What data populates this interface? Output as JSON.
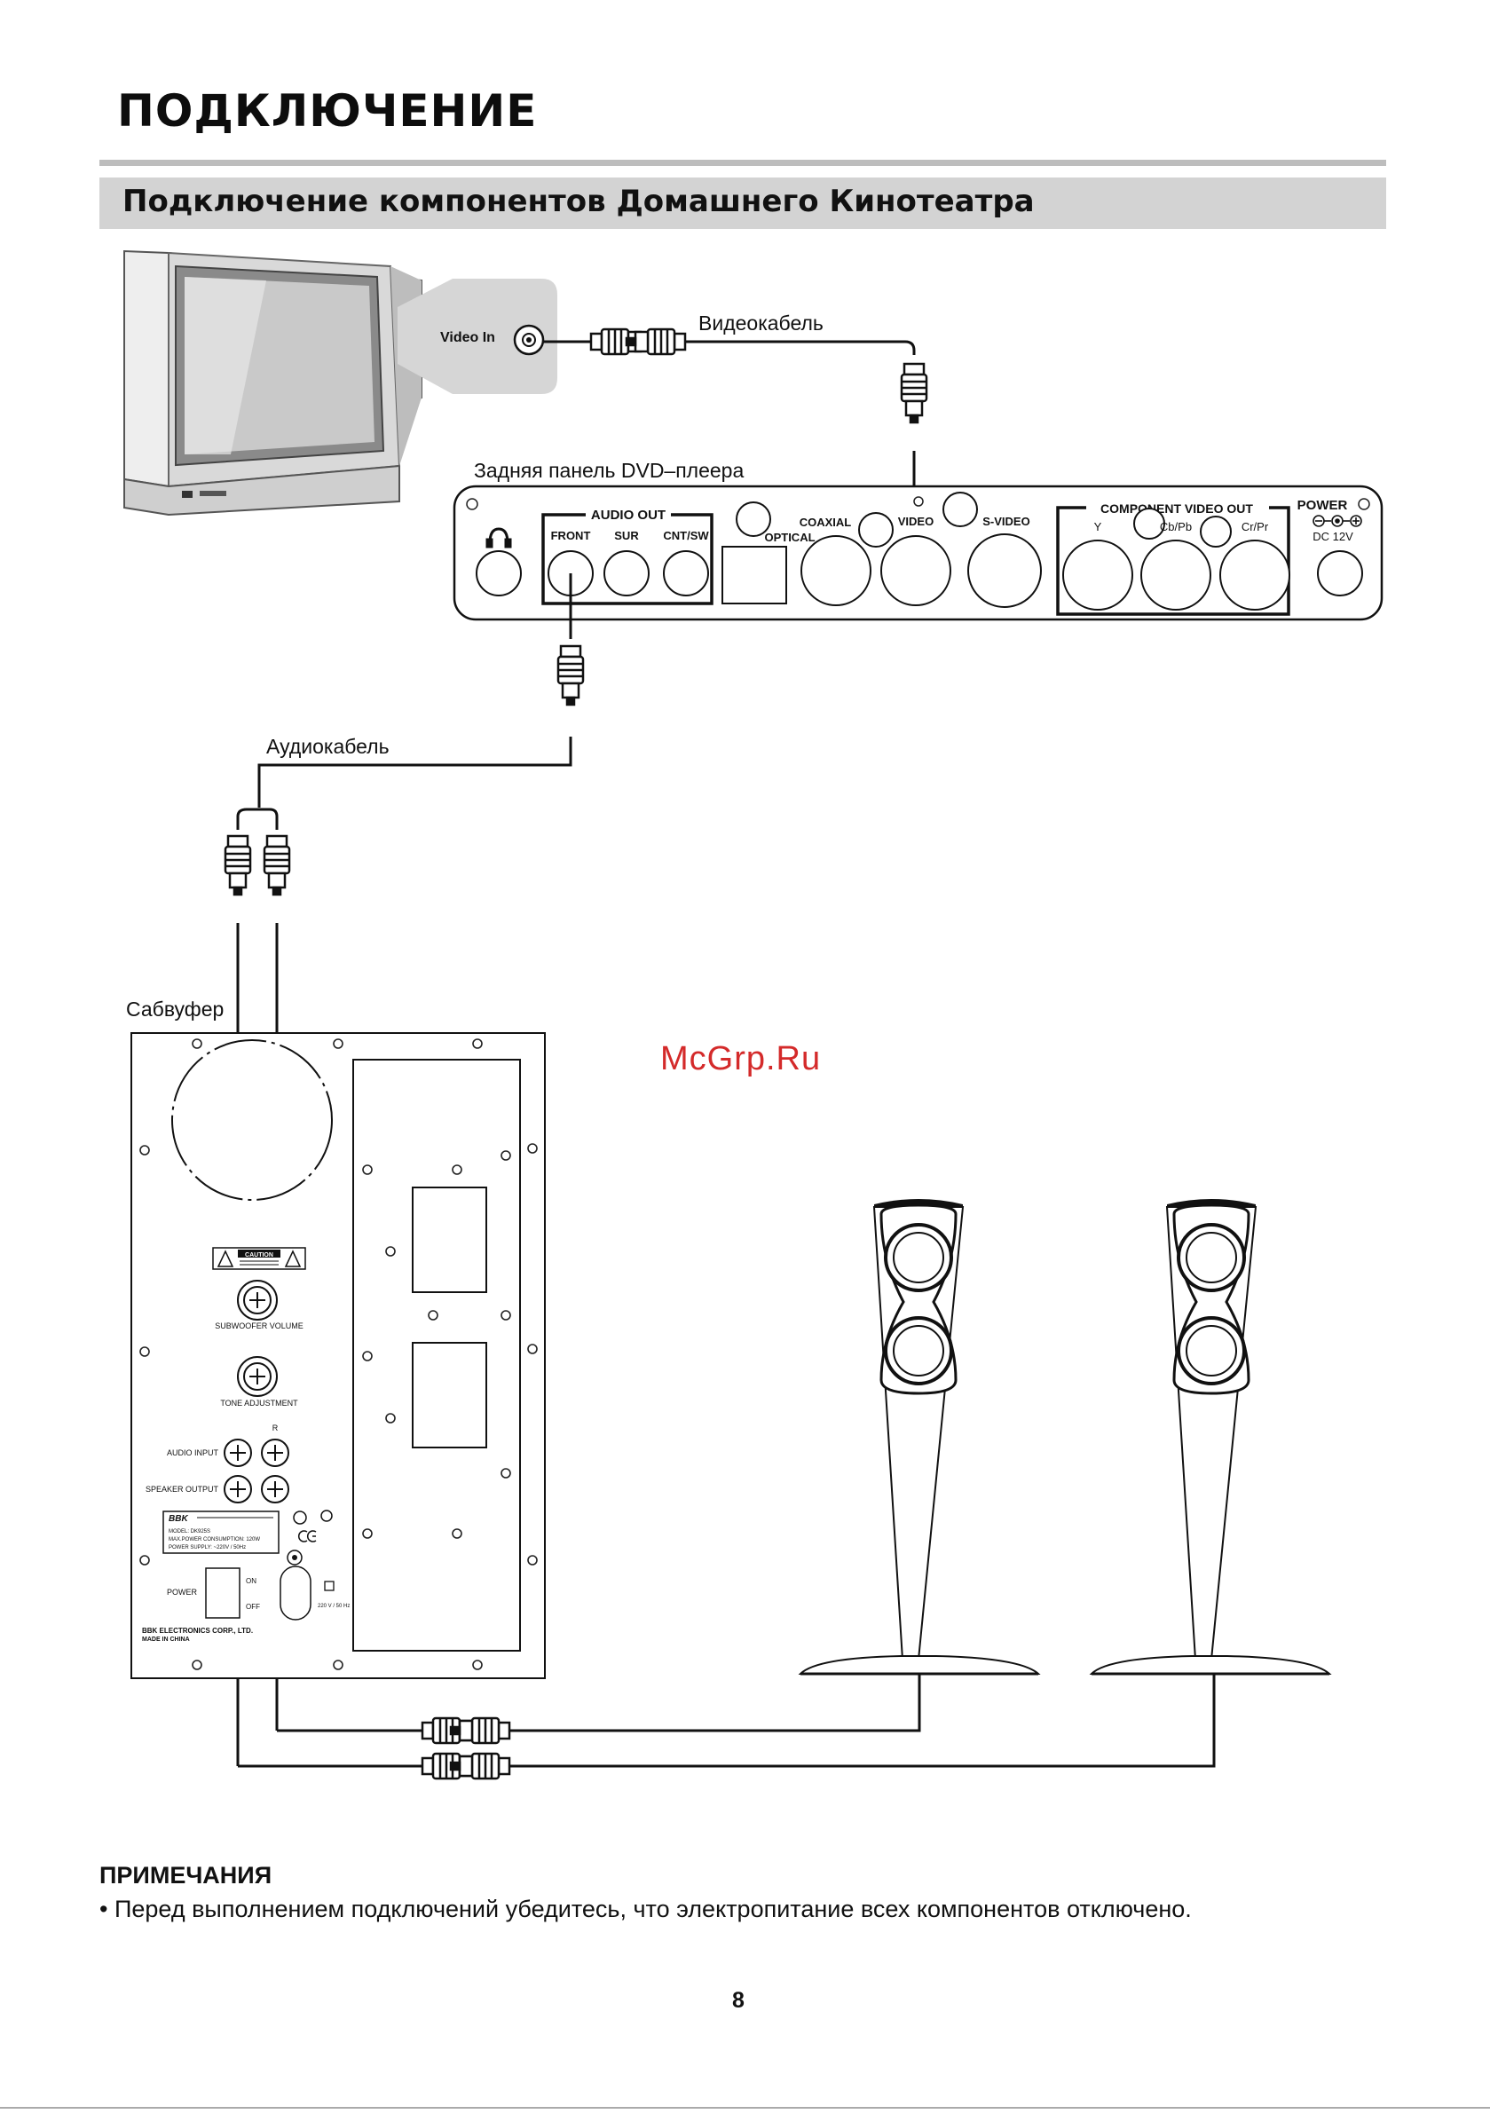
{
  "header": {
    "title": "ПОДКЛЮЧЕНИЕ",
    "section_title": "Подключение компонентов Домашнего Кинотеатра"
  },
  "diagram": {
    "tv": {
      "video_in_label": "Video In"
    },
    "video_cable_label": "Видеокабель",
    "dvd_panel": {
      "caption": "Задняя панель DVD–плеера",
      "audio_out": "AUDIO OUT",
      "front": "FRONT",
      "sur": "SUR",
      "cnt_sw": "CNT/SW",
      "coaxial": "COAXIAL",
      "optical": "OPTICAL",
      "video": "VIDEO",
      "s_video": "S-VIDEO",
      "component_video_out": "COMPONENT VIDEO OUT",
      "y": "Y",
      "cb_pb": "Cb/Pb",
      "cr_pr": "Cr/Pr",
      "power": "POWER",
      "dc": "DC 12V"
    },
    "audio_cable_label": "Аудиокабель",
    "subwoofer": {
      "caption": "Сабвуфер",
      "caution": "CAUTION",
      "subwoofer_volume": "SUBWOOFER VOLUME",
      "tone_adjustment": "TONE ADJUSTMENT",
      "r_mark": "R",
      "audio_input": "AUDIO INPUT",
      "speaker_output": "SPEAKER OUTPUT",
      "brand": "BBK",
      "model": "MODEL: DK925S",
      "max_power": "MAX.POWER CONSUMPTION: 120W",
      "power_supply": "POWER SUPPLY: ~220V / 50Hz",
      "power_label": "POWER",
      "on": "ON",
      "off": "OFF",
      "mains": "220 V / 50 Hz",
      "manufacturer": "BBK ELECTRONICS CORP., LTD.",
      "made_in": "MADE IN CHINA"
    },
    "watermark": "McGrp.Ru"
  },
  "notes": {
    "title": "ПРИМЕЧАНИЯ",
    "items": [
      "• Перед выполнением подключений убедитесь, что электропитание всех компонентов отключено."
    ]
  },
  "page_number": "8"
}
